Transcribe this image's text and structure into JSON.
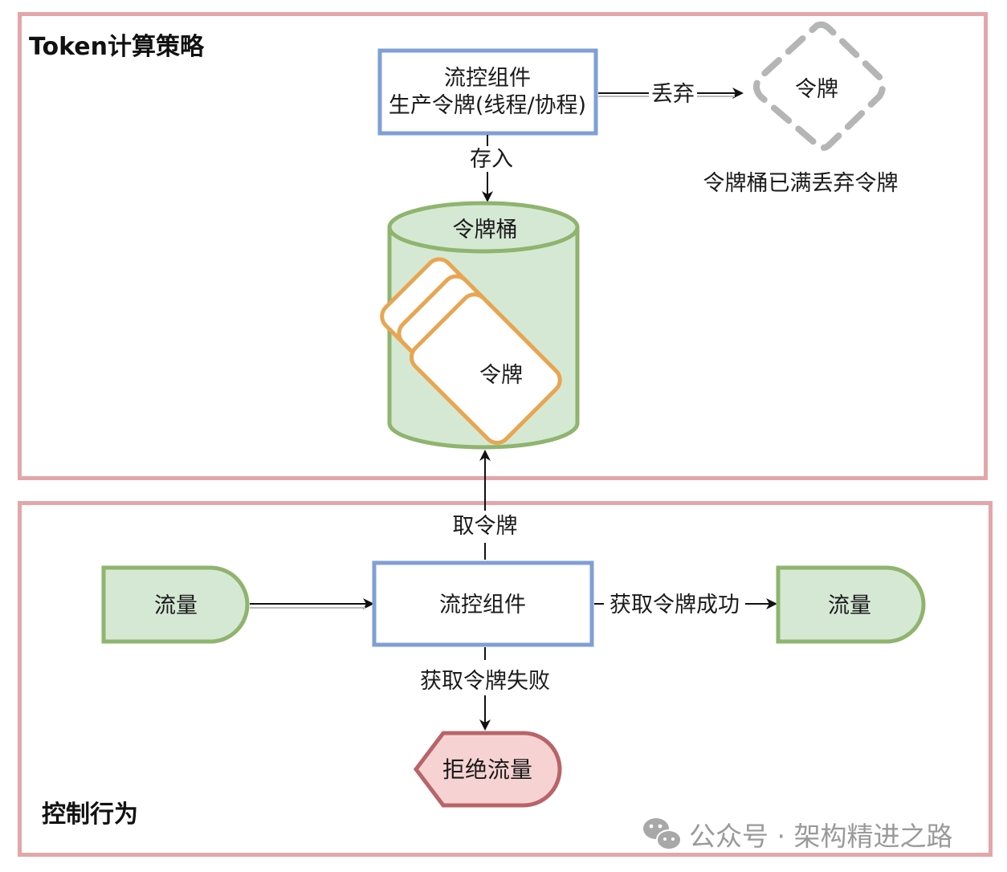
{
  "panels": {
    "top": {
      "title": "Token计算策略"
    },
    "bottom": {
      "title": "控制行为"
    }
  },
  "nodes": {
    "producer": {
      "line1": "流控组件",
      "line2": "生产令牌(线程/协程)"
    },
    "discarded_token": {
      "label": "令牌",
      "caption": "令牌桶已满丢弃令牌"
    },
    "bucket": {
      "label": "令牌桶",
      "token_label": "令牌",
      "stacked_tokens": 3
    },
    "traffic_in": {
      "label": "流量"
    },
    "controller": {
      "label": "流控组件"
    },
    "traffic_out": {
      "label": "流量"
    },
    "reject": {
      "label": "拒绝流量"
    }
  },
  "edges": {
    "discard": "丢弃",
    "store": "存入",
    "take": "取令牌",
    "success": "获取令牌成功",
    "fail": "获取令牌失败"
  },
  "watermark": {
    "icon": "wechat-icon",
    "text": "公众号 · 架构精进之路"
  },
  "colors": {
    "panel_border": "#e3a6aa",
    "process_border": "#7f9fd6",
    "terminal_fill": "#d5e8d4",
    "terminal_border": "#8fb46e",
    "token_border": "#e8a552",
    "reject_fill": "#f6d3d2",
    "reject_border": "#b86469",
    "discard_border": "#b5b5b5"
  }
}
